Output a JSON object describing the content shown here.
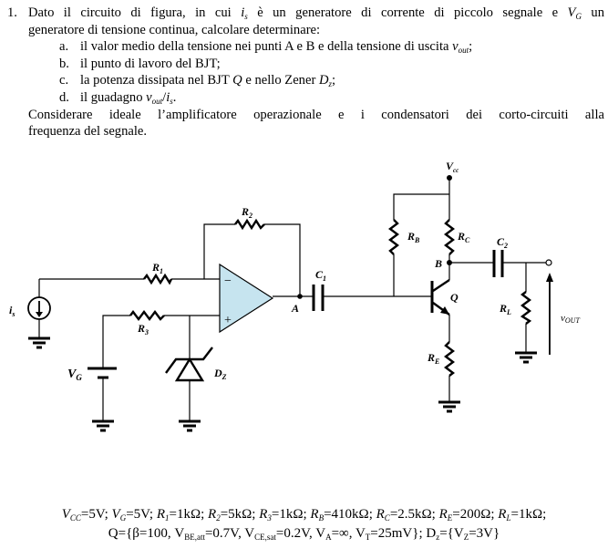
{
  "problem": {
    "number": "1.",
    "intro": {
      "p1": "Dato il circuito di figura, in cui ",
      "is_main": "i",
      "is_sub": "s",
      "p2": " è un generatore di corrente di piccolo segnale e ",
      "vg_main": "V",
      "vg_sub": "G",
      "p3": " un",
      "line2": "generatore di tensione continua, calcolare determinare:"
    },
    "items": [
      {
        "letter": "a.",
        "text": "il valor medio della tensione nei punti A e B e della tensione di uscita ",
        "sym": "v",
        "sub": "out",
        "end": ";"
      },
      {
        "letter": "b.",
        "text": "il punto di lavoro del BJT;"
      },
      {
        "letter": "c.",
        "text": "la potenza dissipata nel BJT ",
        "sym": "Q",
        "mid": " e nello Zener ",
        "sym2": "D",
        "sub2": "z",
        "end": ";"
      },
      {
        "letter": "d.",
        "text": "il guadagno ",
        "sym": "v",
        "sub": "out",
        "mid": "/",
        "sym2": "i",
        "sub2": "s",
        "end": "."
      }
    ],
    "note_line1": "Considerare ideale l’amplificatore operazionale e i condensatori dei corto-circuiti alla",
    "note_line2": "frequenza del segnale."
  },
  "circuit": {
    "labels": {
      "is": {
        "main": "i",
        "sub": "s"
      },
      "R1": {
        "main": "R",
        "sub": "1"
      },
      "R2": {
        "main": "R",
        "sub": "2"
      },
      "R3": {
        "main": "R",
        "sub": "3"
      },
      "VG": {
        "main": "V",
        "sub": "G"
      },
      "DZ": {
        "main": "D",
        "sub": "Z"
      },
      "A": "A",
      "C1": {
        "main": "C",
        "sub": "1"
      },
      "Vcc": {
        "main": "V",
        "sub": "cc"
      },
      "RB": {
        "main": "R",
        "sub": "B"
      },
      "RC": {
        "main": "R",
        "sub": "C"
      },
      "B": "B",
      "C2": {
        "main": "C",
        "sub": "2"
      },
      "Q": "Q",
      "RE": {
        "main": "R",
        "sub": "E"
      },
      "RL": {
        "main": "R",
        "sub": "L"
      },
      "vout": {
        "main": "v",
        "sub": "OUT"
      },
      "opamp_minus": "−",
      "opamp_plus": "+"
    },
    "opamp_fill": "#c6e4ef"
  },
  "parameters": {
    "line1": [
      {
        "sym": "V",
        "sub": "CC",
        "val": "=5V;"
      },
      {
        "sym": "V",
        "sub": "G",
        "val": "=5V;"
      },
      {
        "sym": "R",
        "sub": "1",
        "val": "=1kΩ;"
      },
      {
        "sym": "R",
        "sub": "2",
        "val": "=5kΩ;"
      },
      {
        "sym": "R",
        "sub": "3",
        "val": "=1kΩ;"
      },
      {
        "sym": "R",
        "sub": "B",
        "val": "=410kΩ;"
      },
      {
        "sym": "R",
        "sub": "C",
        "val": "=2.5kΩ;"
      },
      {
        "sym": "R",
        "sub": "E",
        "val": "=200Ω;"
      },
      {
        "sym": "R",
        "sub": "L",
        "val": "=1kΩ;"
      }
    ],
    "line2": {
      "q_open": "Q={β=100, V",
      "vbe_sub": "BE,att",
      "vbe_val": "=0.7V, V",
      "vce_sub": "CE,sat",
      "vce_val": "=0.2V, V",
      "va_sub": "A",
      "va_val": "=∞, V",
      "vt_sub": "T",
      "vt_val": "=25mV}; D",
      "dz_sub": "z",
      "dz_open": "={V",
      "vz_sub": "Z",
      "vz_val": "=3V}"
    }
  }
}
